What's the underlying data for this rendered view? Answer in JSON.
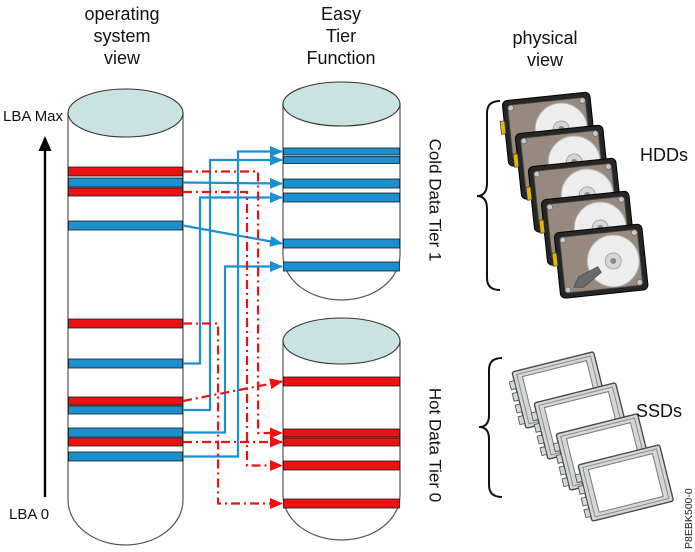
{
  "titles": {
    "os": {
      "line1": "operating",
      "line2": "system",
      "line3": "view"
    },
    "easy_tier": {
      "line1": "Easy",
      "line2": "Tier",
      "line3": "Function"
    },
    "physical": {
      "line1": "physical",
      "line2": "view"
    }
  },
  "axis": {
    "top_label": "LBA Max",
    "bottom_label": "LBA 0"
  },
  "tiers": {
    "cold": {
      "label": "Cold Data Tier 1",
      "color": "#1B90D0"
    },
    "hot": {
      "label": "Hot Data Tier 0",
      "color": "#EE1111"
    }
  },
  "devices": {
    "hdd_label": "HDDs",
    "ssd_label": "SSDs"
  },
  "figure_id": "P8EBK500-0",
  "colors": {
    "cold_blue": "#1B90D0",
    "hot_red": "#EE1111",
    "cylinder_top": "#C9E3E3"
  }
}
